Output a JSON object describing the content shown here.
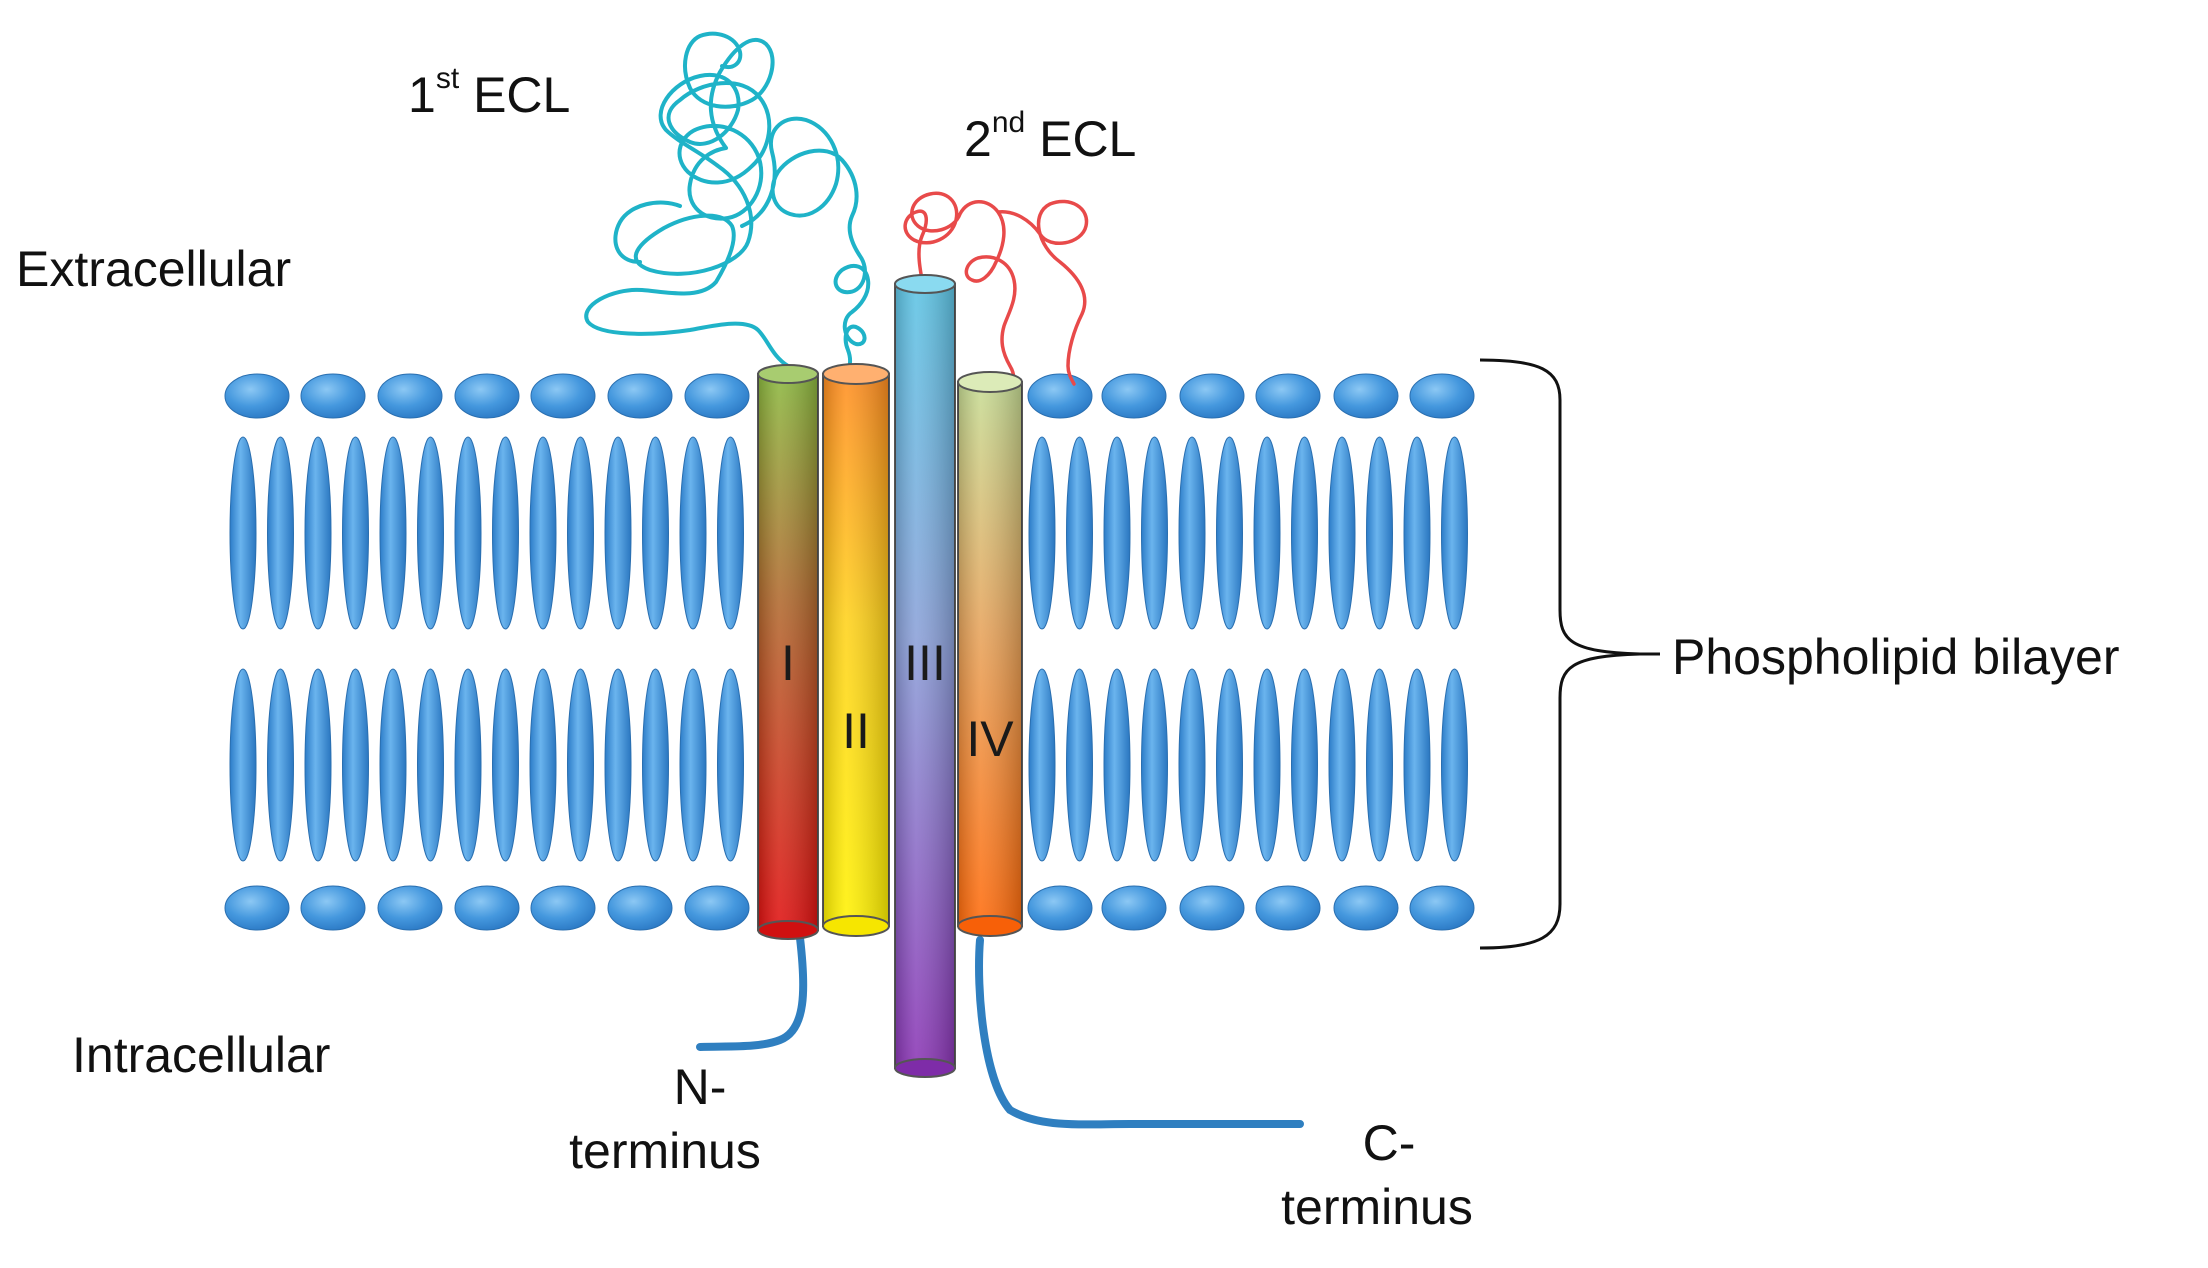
{
  "labels": {
    "extracellular": "Extracellular",
    "intracellular": "Intracellular",
    "first_ecl": {
      "ordinal": "1",
      "suffix": "st",
      "name": "ECL"
    },
    "second_ecl": {
      "ordinal": "2",
      "suffix": "nd",
      "name": "ECL"
    },
    "phospholipid_bilayer": "Phospholipid bilayer",
    "n_terminus_line1": "N-",
    "n_terminus_line2": "terminus",
    "c_terminus_line1": "C-",
    "c_terminus_line2": "terminus"
  },
  "helices": [
    {
      "id": "I",
      "label": "I"
    },
    {
      "id": "II",
      "label": "II"
    },
    {
      "id": "III",
      "label": "III"
    },
    {
      "id": "IV",
      "label": "IV"
    }
  ],
  "colors": {
    "lipid": "#3e8fd8",
    "lipid_highlight": "#7dbdf0",
    "tail_line": "#2f7fc0",
    "first_ecl_loop": "#1fb3c8",
    "second_ecl_loop": "#e84a4a",
    "bracket": "#111111"
  }
}
